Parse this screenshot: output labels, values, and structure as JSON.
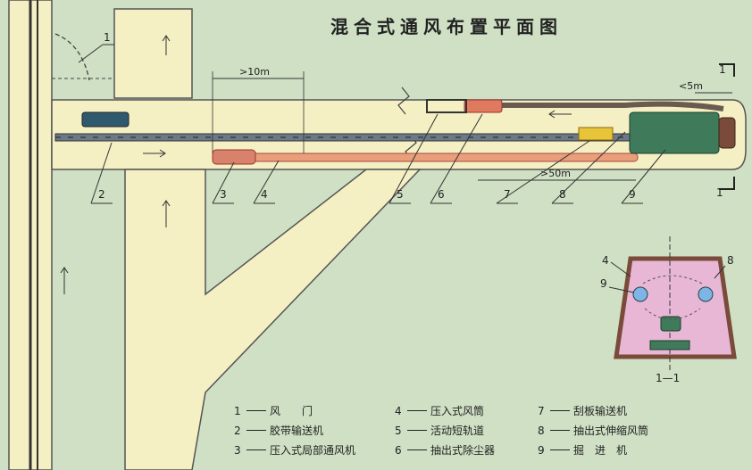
{
  "title": "混合式通风布置平面图",
  "dimensions": {
    "d1": ">10m",
    "d2": "<5m",
    "d3": ">50m"
  },
  "callouts": [
    "1",
    "2",
    "3",
    "4",
    "5",
    "6",
    "7",
    "8",
    "9"
  ],
  "section": {
    "label": "1—1",
    "tag1": "1",
    "tag2": "1",
    "n4": "4",
    "n8": "8",
    "n9": "9"
  },
  "legend": [
    {
      "num": "1",
      "text": "风　　门"
    },
    {
      "num": "2",
      "text": "胶带输送机"
    },
    {
      "num": "3",
      "text": "压入式局部通风机"
    },
    {
      "num": "4",
      "text": "压入式风筒"
    },
    {
      "num": "5",
      "text": "活动短轨道"
    },
    {
      "num": "6",
      "text": "抽出式除尘器"
    },
    {
      "num": "7",
      "text": "刮板输送机"
    },
    {
      "num": "8",
      "text": "抽出式伸缩风筒"
    },
    {
      "num": "9",
      "text": "掘　进　机"
    }
  ],
  "colors": {
    "background": "#cfe0c4",
    "tunnel": "#f5efc4",
    "duct": "#e9a07a",
    "machine": "#3f7a5a",
    "section_fill": "#e8b7d6"
  }
}
